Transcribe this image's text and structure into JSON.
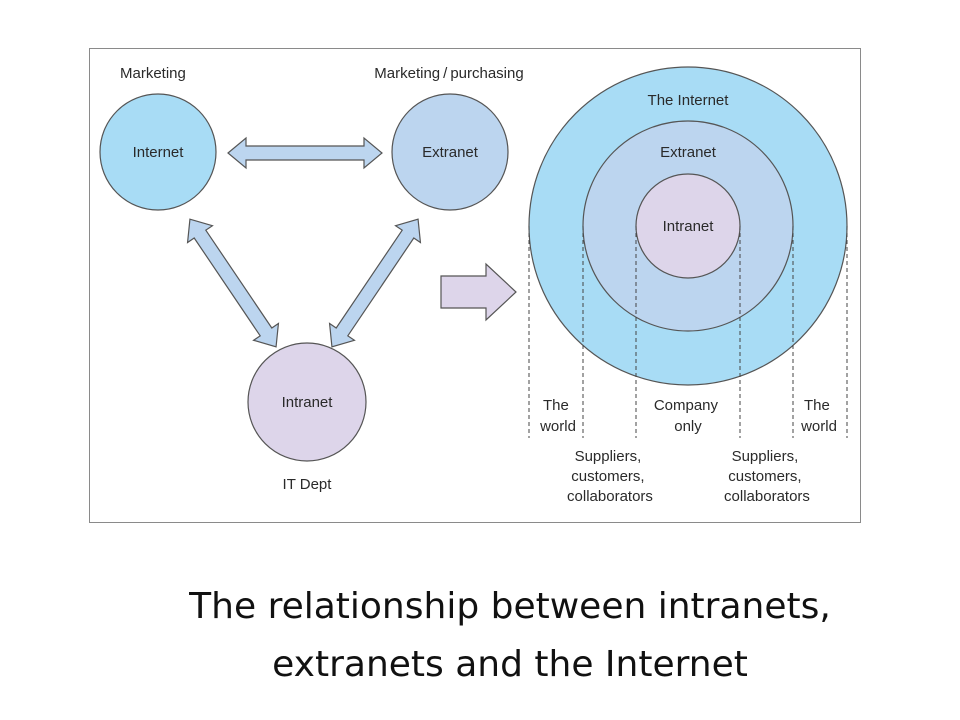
{
  "diagram": {
    "left_panel": {
      "internet": {
        "owner": "Marketing",
        "label": "Internet"
      },
      "extranet": {
        "owner": "Marketing / purchasing",
        "label": "Extranet"
      },
      "intranet": {
        "owner": "IT Dept",
        "label": "Intranet"
      }
    },
    "right_panel": {
      "outer": "The Internet",
      "middle": "Extranet",
      "inner": "Intranet",
      "regions": {
        "world_left": [
          "The",
          "world"
        ],
        "company_only": [
          "Company",
          "only"
        ],
        "world_right": [
          "The",
          "world"
        ],
        "partners_left": [
          "Suppliers,",
          "customers,",
          "collaborators"
        ],
        "partners_right": [
          "Suppliers,",
          "customers,",
          "collaborators"
        ]
      }
    },
    "colors": {
      "internet": "#a8dcf5",
      "extranet": "#bcd5ef",
      "intranet": "#ddd5ea",
      "arrow_blue": "#bcd5ef",
      "arrow_purple": "#ddd5ea",
      "stroke": "#555555"
    }
  },
  "slide": {
    "title_line1": "The relationship between intranets,",
    "title_line2": "extranets and the Internet"
  }
}
